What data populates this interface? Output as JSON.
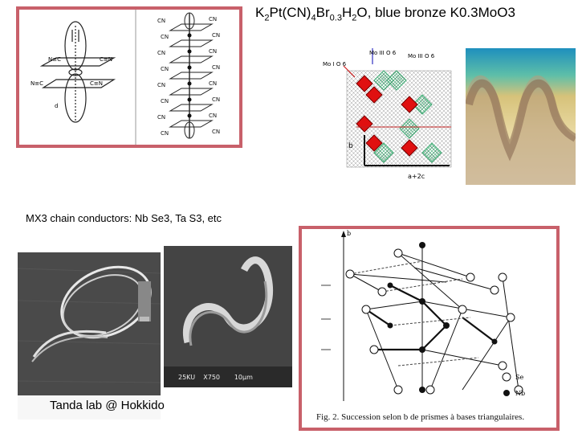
{
  "top_title": {
    "formula_base": "K",
    "s1": "2",
    "t1": "Pt(CN)",
    "s2": "4",
    "t2": "Br",
    "s3": "0.3",
    "t3": "H",
    "s4": "2",
    "t4": "O, blue bronze K0.3MoO3"
  },
  "mx3_title": "MX3 chain conductors: Nb Se3, Ta S3, etc",
  "tanda_caption": "Tanda lab @ Hokkido",
  "sem_scale": {
    "kv": "25KU",
    "mag": "X750",
    "bar": "10μm"
  },
  "ptcn": {
    "labels_left": [
      "N≡C",
      "C≡N",
      "N≡C",
      "C≡N"
    ],
    "dz2": "d",
    "chain_cn_left": [
      "CN",
      "CN",
      "CN",
      "CN",
      "CN",
      "CN",
      "CN",
      "CN"
    ],
    "chain_cn_right": [
      "CN",
      "CN",
      "CN",
      "CN",
      "CN",
      "CN",
      "CN",
      "CN"
    ]
  },
  "bronze": {
    "moIII": "Mo III O 6",
    "moIII2": "Mo III O 6",
    "moI": "Mo I O 6",
    "axis_b": "b",
    "axis_a": "a+2c"
  },
  "nbse3": {
    "axis_b": "b",
    "legend_se": "Se",
    "legend_nb": "Nb",
    "fig_caption": "Fig. 2. Succession selon b de prismes à bases triangulaires."
  },
  "colors": {
    "frame": "#c8606a",
    "red_octa": "#e01010",
    "green_octa": "#3aa870"
  }
}
